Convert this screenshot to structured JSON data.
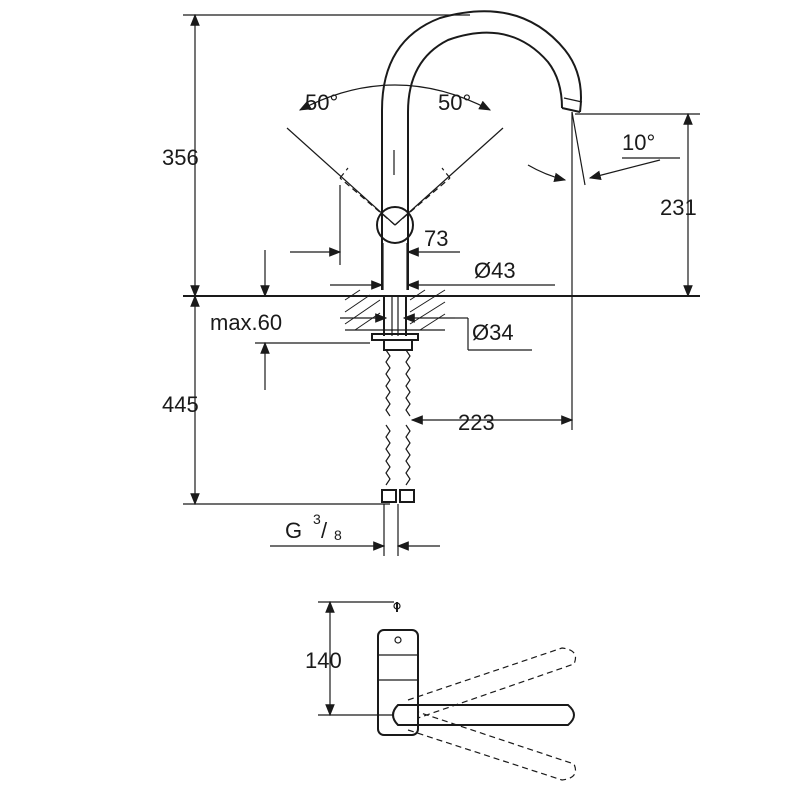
{
  "dimensions": {
    "total_height": "356",
    "spout_height": "231",
    "below_deck": "445",
    "handle_offset": "73",
    "base_diameter": "Ø43",
    "hole_diameter": "Ø34",
    "max_deck": "max.60",
    "reach": "223",
    "lever_angle_left": "50°",
    "lever_angle_right": "50°",
    "spout_angle": "10°",
    "thread_label": "G",
    "thread_num": "3",
    "thread_den": "8",
    "top_depth": "140"
  },
  "colors": {
    "line": "#1a1a1a",
    "background": "#ffffff"
  }
}
